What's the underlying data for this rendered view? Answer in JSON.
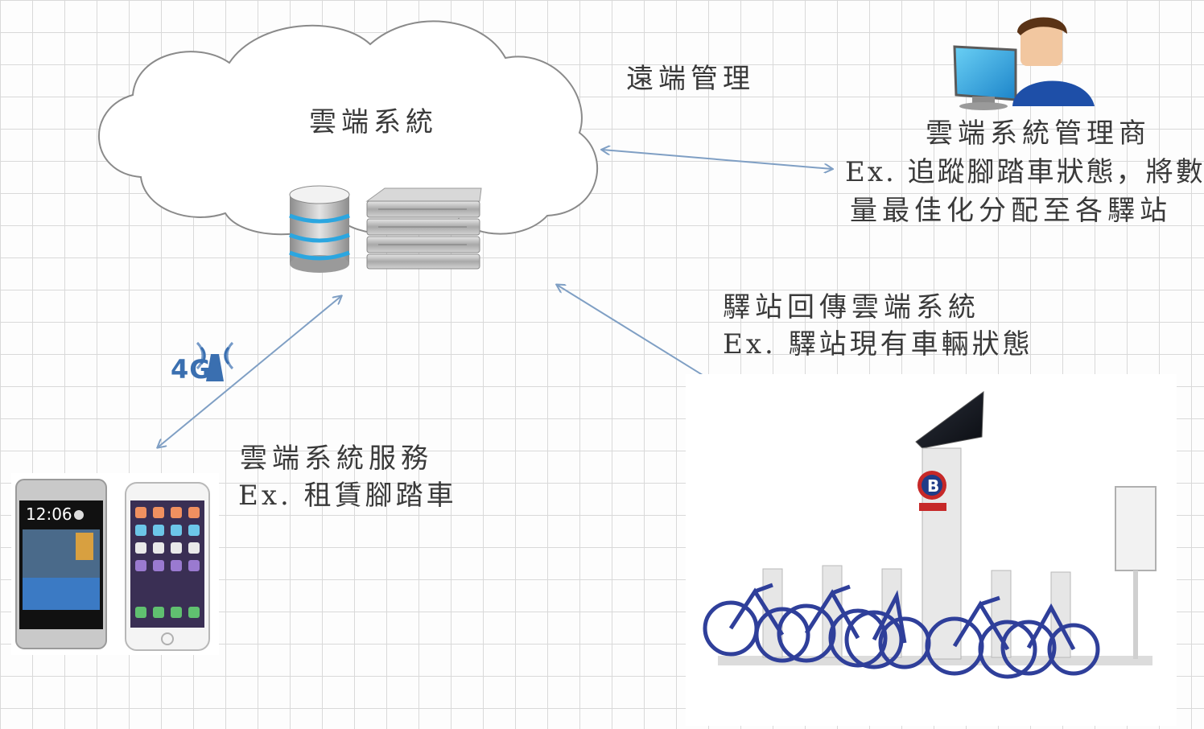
{
  "nodes": {
    "cloud_label": "雲端系統",
    "remote_label": "遠端管理",
    "admin_title": "雲端系統管理商",
    "admin_desc_line1": "Ex. 追蹤腳踏車狀態，將數",
    "admin_desc_line2": "量最佳化分配至各驛站",
    "station_title": "驛站回傳雲端系統",
    "station_desc": "Ex. 驛站現有車輛狀態",
    "service_title": "雲端系統服務",
    "service_desc": "Ex. 租賃腳踏車",
    "network_badge": "4G",
    "phone_clock": "12:06",
    "station_sign": "B"
  },
  "colors": {
    "arrow": "#7f9fc4",
    "text": "#3a3a3a",
    "bike_blue": "#2f3f9a",
    "badge_blue": "#3a6fb0"
  },
  "icons": [
    "cloud-shape",
    "database-icon",
    "server-rack-icon",
    "admin-user-icon",
    "signal-4g-icon",
    "smartphone-android-icon",
    "smartphone-iphone-icon",
    "bike-station-photo"
  ]
}
